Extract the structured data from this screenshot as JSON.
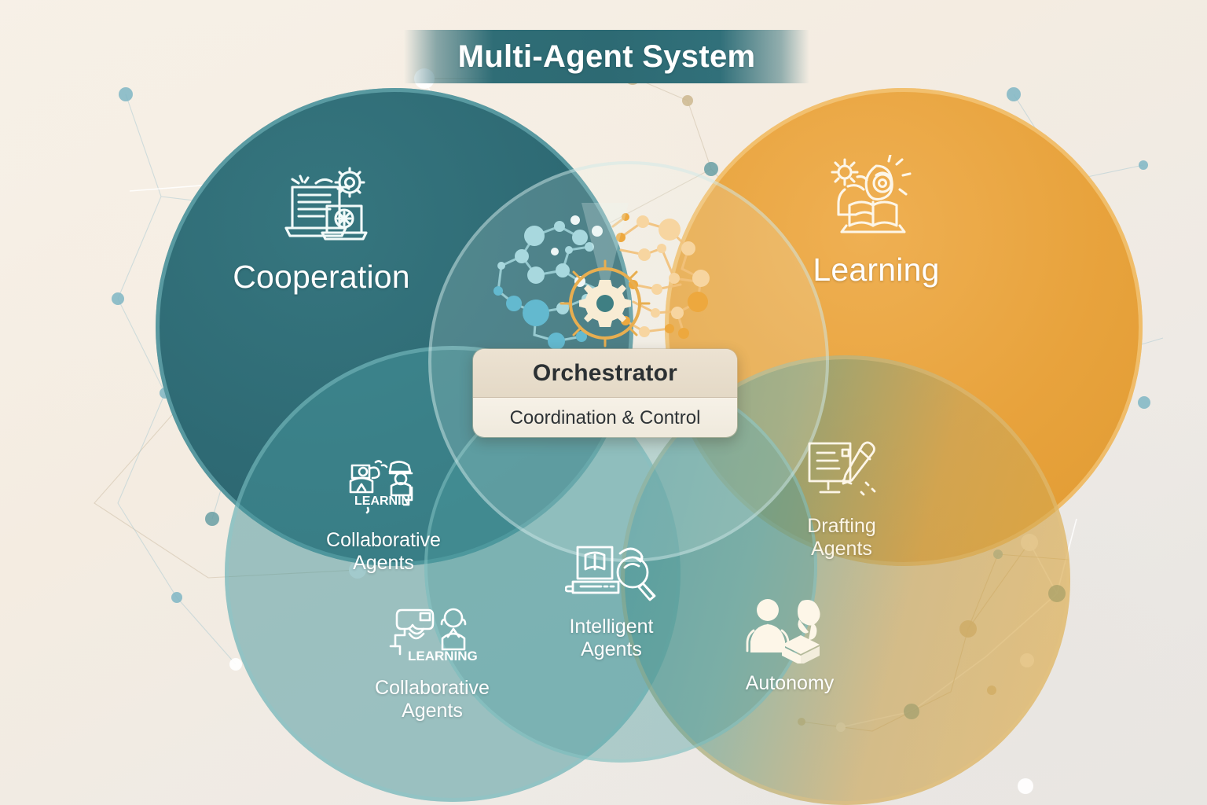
{
  "header": {
    "title": "Multi-Agent System"
  },
  "orchestrator": {
    "title": "Orchestrator",
    "subtitle": "Coordination & Control",
    "icon": "neural-network-gear-icon"
  },
  "colors": {
    "background": "#f4ece1",
    "title_bar": "#2d6a73",
    "cooperation_circle": "#2e6a74",
    "learning_circle": "#e8a33d",
    "collaborative_circle": "#46969b",
    "intelligent_circle": "#4e9ea0",
    "autonomy_circle_left": "#3e8c92",
    "autonomy_circle_right": "#e2aa40",
    "label_text": "#ffffff",
    "orchestrator_card": "#e4d9c6",
    "orchestrator_text": "#2b3033"
  },
  "diagram": {
    "type": "venn",
    "circles": [
      {
        "id": "cooperation",
        "label": "Cooperation",
        "icon": "laptop-gear-icon",
        "size": "large",
        "fill": "#2e6a74",
        "opacity": "solid"
      },
      {
        "id": "learning",
        "label": "Learning",
        "icon": "person-reading-lightbulb-icon",
        "size": "large",
        "fill": "#e8a33d",
        "opacity": "solid"
      },
      {
        "id": "center-lens",
        "label": "",
        "icon": "",
        "size": "medium",
        "fill": "#ecf7f5",
        "opacity": "translucent"
      },
      {
        "id": "collaborative",
        "label": "Collaborative\nAgents",
        "icon": "two-people-learning-icon",
        "size": "large",
        "fill": "#46969b",
        "opacity": "translucent"
      },
      {
        "id": "intelligent",
        "label": "Intelligent\nAgents",
        "icon": "computer-magnifier-icon",
        "size": "medium",
        "fill": "#4e9ea0",
        "opacity": "translucent"
      },
      {
        "id": "autonomy",
        "label": "Autonomy",
        "icon": "two-person-silhouette-icon",
        "size": "large",
        "fill": "#e2aa40",
        "opacity": "translucent"
      }
    ],
    "labels": [
      {
        "id": "cooperation",
        "text": "Cooperation",
        "icon": "laptop-gear-icon"
      },
      {
        "id": "learning",
        "text": "Learning",
        "icon": "person-reading-lightbulb-icon"
      },
      {
        "id": "collaborative1",
        "text": "Collaborative\nAgents",
        "icon": "two-people-learning-icon",
        "icon_text": "LEARNIN"
      },
      {
        "id": "collaborative2",
        "text": "Collaborative\nAgents",
        "icon": "vr-person-learning-icon",
        "icon_text": "LEARNING"
      },
      {
        "id": "intelligent",
        "text": "Intelligent\nAgents",
        "icon": "computer-magnifier-icon"
      },
      {
        "id": "drafting",
        "text": "Drafting\nAgents",
        "icon": "document-pen-icon"
      },
      {
        "id": "autonomy",
        "text": "Autonomy",
        "icon": "two-person-silhouette-icon"
      }
    ]
  }
}
